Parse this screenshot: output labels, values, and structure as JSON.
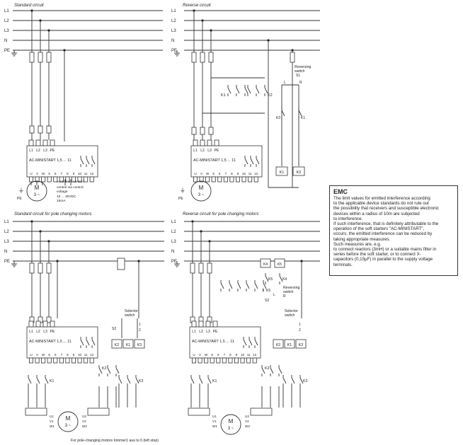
{
  "titles": {
    "standard": "Standard circuit",
    "reverse": "Reverse circuit",
    "pole_std": "Standard circuit for pole changing motors",
    "pole_rev": "Reverse circuit for pole changing motors"
  },
  "bus_labels": [
    "L1",
    "L2",
    "L3",
    "N",
    "PE"
  ],
  "device_label": "AC-MINISTART 1,5 ... 11",
  "terminals_top": [
    "L1",
    "L2",
    "L3",
    "PE"
  ],
  "terminals_bottom": [
    "U",
    "V",
    "W",
    "5",
    "6",
    "7",
    "8",
    "9",
    "10",
    "11",
    "12"
  ],
  "motor": {
    "name": "M",
    "phase": "3 ~"
  },
  "pe": "PE",
  "control_notes": [
    "control via contact",
    "control via control",
    "voltage",
    "10 ... 30VDC",
    "15mA"
  ],
  "contactors": {
    "k1": "K1",
    "k2": "K2",
    "k3": "K3",
    "k4": "K4",
    "k5": "K5"
  },
  "switches": {
    "reversing": "Reversing switch",
    "selector": "Selector switch",
    "s1": "S1",
    "s2": "S2",
    "l": "L",
    "r": "R",
    "pos1": "1",
    "pos2": "2"
  },
  "windings": [
    "U1",
    "V1",
    "W1",
    "U2",
    "V2",
    "W2"
  ],
  "footnote": "For pole-changing motors trimmer1 aus to 0 (left stop)",
  "emc": {
    "title": "EMC",
    "lines": [
      "The limit values for emitted interference according",
      "to the applicable device standards do not rule out",
      "the possibility that receivers and susceptible electronic",
      "devices within a radius of 10m are subjected",
      "to interference.",
      "If such interference, that is definitely attributable to the",
      "operation of the soft starters \"AC-MINISTART\",",
      "occurs, the emitted interference can be reduced by",
      "taking appropriate measures.",
      "Such measures are, e.g.",
      "to connect reactors (3mH) or a suitable mains filter in",
      "series before the soft starter, or to connect  X-",
      "capacitors (0,15µF) in parallel to the supply voltage",
      "terminals."
    ]
  }
}
